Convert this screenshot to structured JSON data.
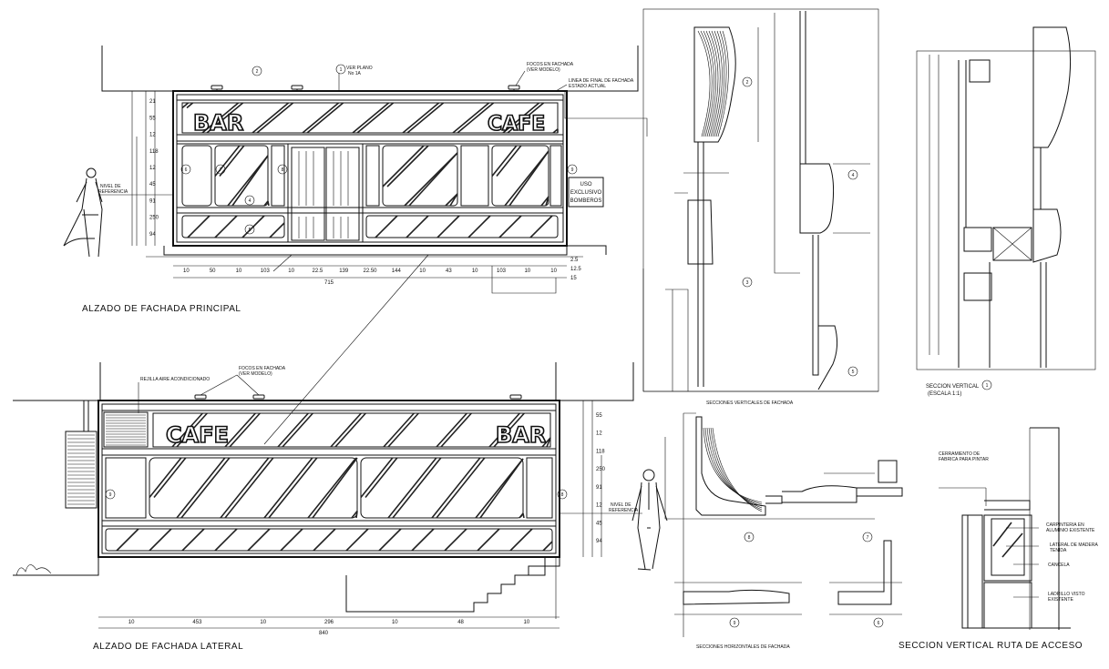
{
  "titles": {
    "front": "ALZADO DE FACHADA PRINCIPAL",
    "side": "ALZADO DE FACHADA LATERAL",
    "vsections": "SECCIONES VERTICALES DE FACHADA",
    "hsections": "SECCIONES HORIZONTALES DE FACHADA",
    "vsection1": "SECCION VERTICAL",
    "vsection1_scale": "(ESCALA 1:1)",
    "access": "SECCION VERTICAL RUTA DE ACCESO"
  },
  "signs": {
    "bar": "BAR",
    "cafe": "CAFE"
  },
  "front_notes": {
    "ver_plano": "VER PLANO",
    "ver_plano_2": "No 1A",
    "focos": "FOCOS EN FACHADA",
    "focos_2": "(VER MODELO)",
    "linea": "LINEA DE FINAL DE FACHADA",
    "linea_2": "ESTADO ACTUAL",
    "uso_1": "USO",
    "uso_2": "EXCLUSIVO",
    "uso_3": "BOMBEROS",
    "nivel_1": "NIVEL DE",
    "nivel_2": "REFERENCIA"
  },
  "side_notes": {
    "rejilla": "REJILLA AIRE ACONDICIONADO",
    "focos": "FOCOS EN FACHADA",
    "focos_2": "(VER MODELO)",
    "nivel_1": "NIVEL DE",
    "nivel_2": "REFERENCIA"
  },
  "access_notes": {
    "cerramiento_1": "CERRAMIENTO DE",
    "cerramiento_2": "FABRICA PARA PINTAR",
    "carpinteria_1": "CARPINTERIA EN",
    "carpinteria_2": "ALUMINIO EXISTENTE",
    "lateral_1": "LATERAL DE MADERA",
    "lateral_2": "TENIDA",
    "cancela": "CANCELA",
    "ladrillo_1": "LADRILLO VISTO",
    "ladrillo_2": "EXISTENTE"
  },
  "front_dims": {
    "bottom": [
      "10",
      "50",
      "10",
      "103",
      "10",
      "22.5",
      "139",
      "22.50",
      "144",
      "10",
      "43",
      "10",
      "103",
      "10",
      "10"
    ],
    "total": "715",
    "right": [
      "2.5",
      "12.5",
      "15"
    ],
    "left": [
      "21",
      "55",
      "12",
      "118",
      "12",
      "45",
      "91",
      "250",
      "94"
    ]
  },
  "side_dims": {
    "bottom": [
      "10",
      "453",
      "10",
      "296",
      "10",
      "48",
      "10"
    ],
    "total": "840",
    "right": [
      "55",
      "12",
      "118",
      "250",
      "91",
      "12",
      "45",
      "94"
    ]
  },
  "bubbles": {
    "front": [
      "1",
      "2",
      "6",
      "7",
      "8",
      "9",
      "4",
      "5"
    ],
    "side": [
      "9",
      "8"
    ],
    "vsec": [
      "2",
      "3",
      "4",
      "5"
    ],
    "vsec1": "1",
    "hsec": [
      "8",
      "7",
      "9",
      "6"
    ]
  }
}
